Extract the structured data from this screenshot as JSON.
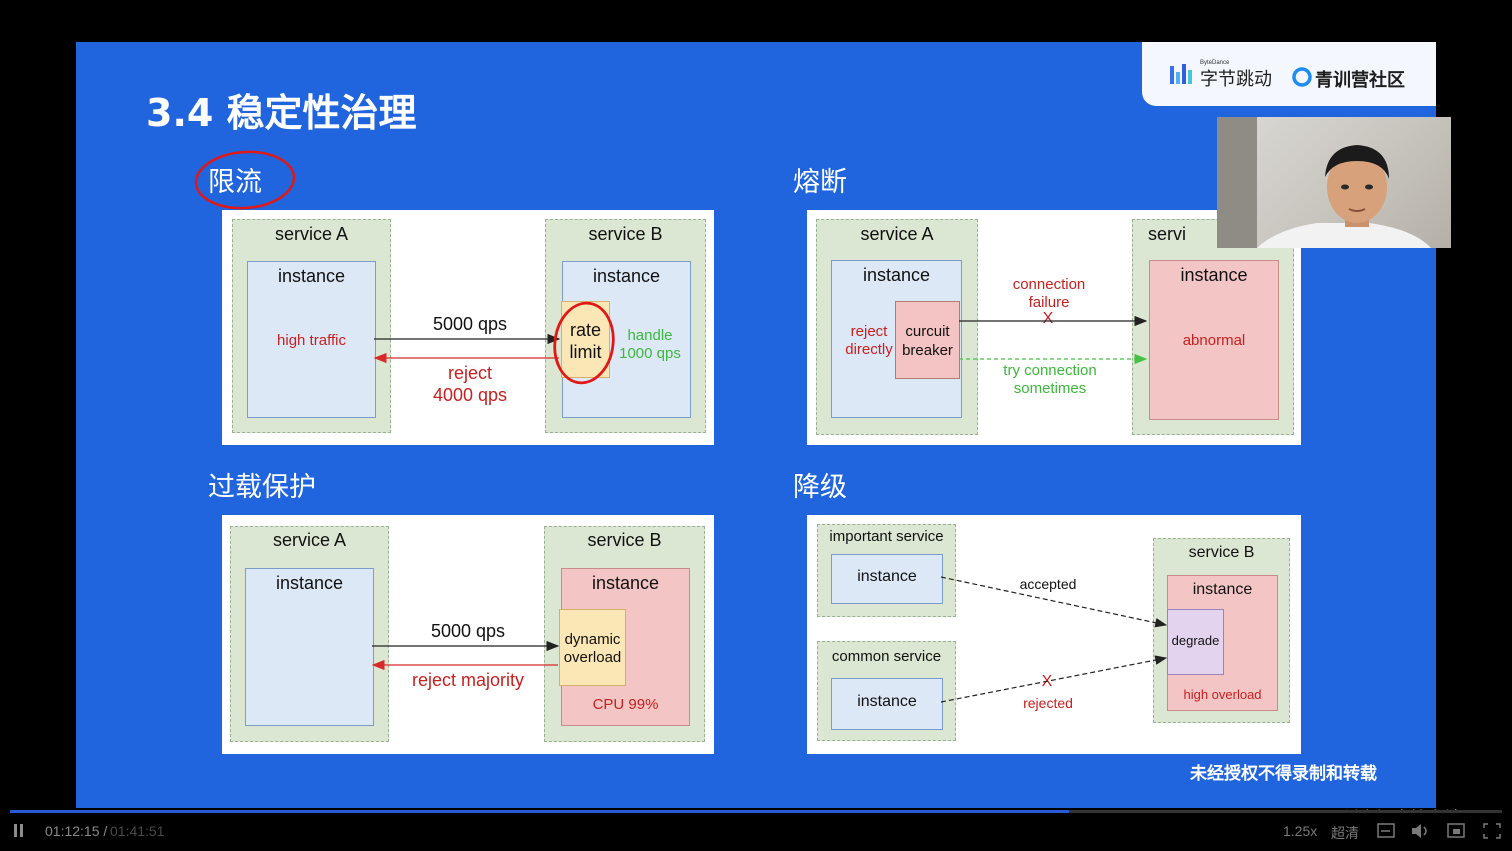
{
  "slide": {
    "title": "3.4 稳定性治理",
    "colors": {
      "background": "#2165de",
      "annotation": "#e01818"
    },
    "brand": {
      "bytedance_small": "ByteDance",
      "bytedance": "字节跳动",
      "community": "青训营社区"
    },
    "watermark": "未经授权不得录制和转载",
    "rate_limit": {
      "title": "限流",
      "service_a": "service A",
      "service_b": "service B",
      "instance_a": "instance",
      "instance_b": "instance",
      "high_traffic": "high traffic",
      "qps": "5000 qps",
      "reject_1": "reject",
      "reject_2": "4000 qps",
      "rate_1": "rate",
      "rate_2": "limit",
      "handle_1": "handle",
      "handle_2": "1000 qps"
    },
    "circuit_breaker": {
      "title": "熔断",
      "service_a": "service A",
      "service_b": "servi",
      "instance_a": "instance",
      "instance_b": "instance",
      "reject_1": "reject",
      "reject_2": "directly",
      "breaker_1": "curcuit",
      "breaker_2": "breaker",
      "failure_1": "connection",
      "failure_2": "failure",
      "x_mark": "X",
      "try_1": "try connection",
      "try_2": "sometimes",
      "abnormal": "abnormal"
    },
    "overload": {
      "title": "过载保护",
      "service_a": "service A",
      "service_b": "service B",
      "instance_a": "instance",
      "instance_b": "instance",
      "qps": "5000 qps",
      "reject": "reject majority",
      "dynamic_1": "dynamic",
      "dynamic_2": "overload",
      "cpu": "CPU 99%"
    },
    "degrade": {
      "title": "降级",
      "important_service": "important service",
      "common_service": "common service",
      "instance_1": "instance",
      "instance_2": "instance",
      "service_b": "service B",
      "instance_b": "instance",
      "accepted": "accepted",
      "x_mark": "X",
      "rejected": "rejected",
      "degrade": "degrade",
      "high_overload": "high overload"
    }
  },
  "player": {
    "time_current": "01:12:15 /",
    "time_total": "01:41:51",
    "speed": "1.25x",
    "quality": "超清",
    "progress_fraction": 0.71,
    "icons": [
      "pause-icon",
      "subtitle-icon",
      "volume-icon",
      "pip-icon",
      "fullscreen-icon"
    ]
  },
  "site_watermark": "@稀土掘金技术社区"
}
